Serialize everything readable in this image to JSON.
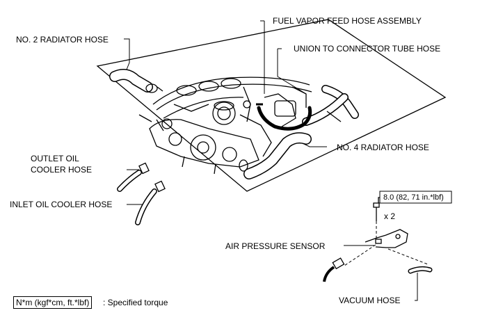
{
  "labels": {
    "fuel_vapor_feed_hose": "FUEL VAPOR FEED HOSE ASSEMBLY",
    "no2_radiator_hose": "NO. 2 RADIATOR HOSE",
    "union_to_connector": "UNION TO CONNECTOR TUBE HOSE",
    "no4_radiator_hose": "NO. 4 RADIATOR HOSE",
    "outlet_oil_cooler_1": "OUTLET OIL",
    "outlet_oil_cooler_2": "COOLER HOSE",
    "inlet_oil_cooler": "INLET OIL COOLER HOSE",
    "torque_spec": "8.0 (82, 71 in.*lbf)",
    "bolt_qty": "x 2",
    "air_pressure_sensor": "AIR PRESSURE SENSOR",
    "vacuum_hose": "VACUUM HOSE"
  },
  "legend": {
    "unit_box": "N*m (kgf*cm, ft.*lbf)",
    "description": ": Specified torque"
  }
}
